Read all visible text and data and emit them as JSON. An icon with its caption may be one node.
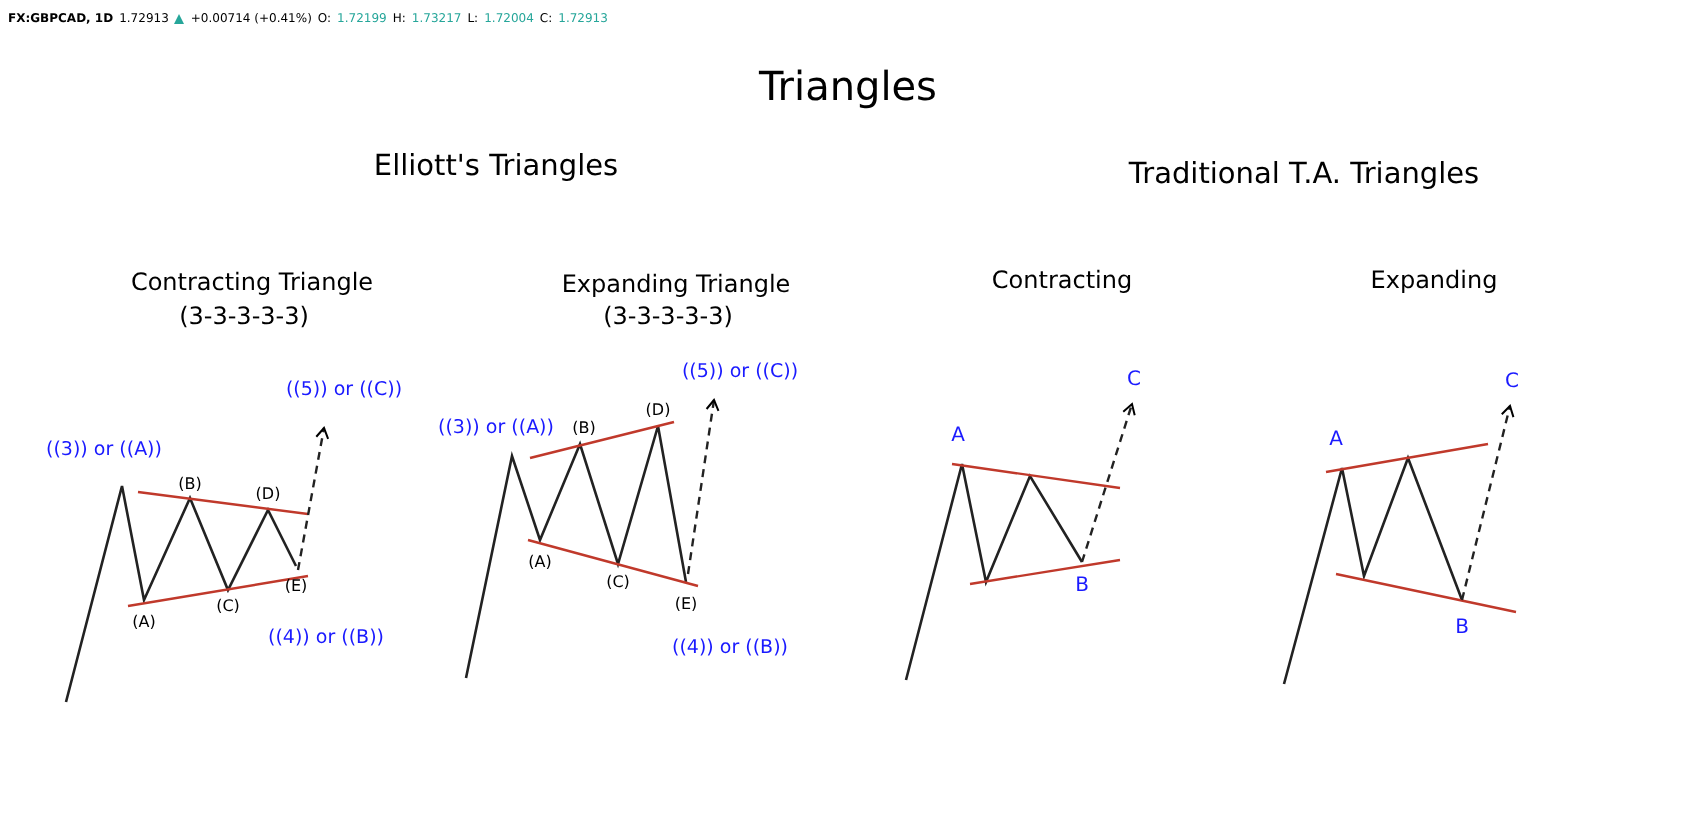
{
  "diagram": {
    "title": "Triangles",
    "labels": [
      "FX:GBPCAD, 1D",
      "1.72913",
      "+0.00714 (+0.41%)",
      "O:",
      "1.72199",
      "H:",
      "1.73217",
      "L:",
      "1.72004",
      "C:",
      "1.72913",
      "Elliott's Triangles",
      "Traditional T.A. Triangles",
      "Contracting Triangle",
      "(3-3-3-3-3)",
      "Expanding Triangle",
      "(3-3-3-3-3)",
      "Contracting",
      "Expanding",
      "((5)) or ((C))",
      "((3)) or ((A))",
      "(B)",
      "(D)",
      "(A)",
      "(C)",
      "(E)",
      "((4)) or ((B))",
      "((5)) or ((C))",
      "((3)) or ((A))",
      "(B)",
      "(D)",
      "(A)",
      "(C)",
      "(E)",
      "((4)) or ((B))",
      "C",
      "A",
      "B",
      "C",
      "A",
      "B"
    ]
  }
}
